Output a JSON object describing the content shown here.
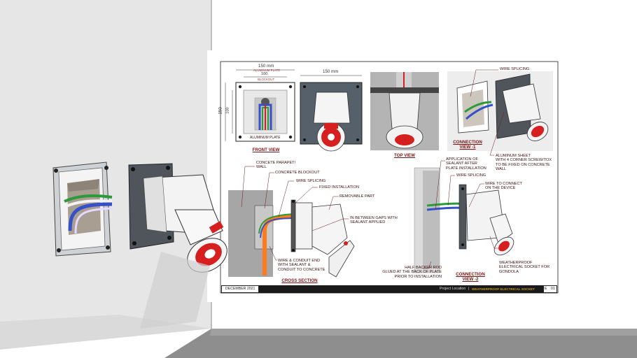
{
  "colors": {
    "wall": "#e2e2e2",
    "floor": "#8c8c8c",
    "board": "#ffffff",
    "plate": "#56606a",
    "socket_red": "#d62020",
    "label_text": "#3a0f0f",
    "title_text": "#7a1515",
    "titlebar": "#1a1a1a",
    "titlebar_accent": "#c8971e"
  },
  "views": {
    "front": "FRONT VIEW",
    "top": "TOP VIEW",
    "connection1": "CONNECTION\nVIEW -1",
    "cross_section": "CROSS SECTION",
    "connection2": "CONNECTION\nVIEW -2"
  },
  "dimensions": {
    "width_outer": "150 mm",
    "width_inner": "100",
    "height_outer": "150",
    "height_inner": "100",
    "plate_width": "150 mm",
    "aluminum_plate_small": "ALUMINUM PLATE",
    "blockout_small": "BLOCKOUT"
  },
  "labels": {
    "aluminum_plate": "ALUMINUM PLATE",
    "wire_splicing_c1": "WIRE SPLICING",
    "aluminum_sheet": "ALUMINUM SHEET\nWITH 4 CORNER SCREW/TOX\nTO BE FIXED ON CONCRETE\nWALL",
    "concrete_parapet": "CONCETE PARAPET/\nWALL",
    "concrete_blockout": "CONCRETE BLOCKOUT",
    "wire_splicing_cs": "WIRE SPLICING",
    "fixed_installation": "FIXED INSTALLATION",
    "removable_part": "REMOVABLE PART",
    "gaps_sealant": "IN BETWEEN GAPS WITH\nSEALANT APPLIED",
    "wire_conduit_end": "WIRE & CONDUIT END\nWITH SEALANT &\nCONDUIT TO CONCRETE",
    "sealant_after_plate": "APPLICATION OF\nSEALANT AFTER\nPLATE INSTALLATION",
    "wire_splicing_c2": "WIRE SPLICING",
    "wire_to_connect": "WIRE TO CONNECT\nON THE DEVICE",
    "half_backer_rod": "HALF BACKER ROD\nGLUED AT THE BACK OF PLATE\nPRIOR TO INSTALLATION",
    "weatherproof_socket": "WEATHERPROOF\nELECTRICAL SOCKET FOR\nGONDOLA"
  },
  "titleblock": {
    "date": "DECEMBER 2021",
    "project": "Project Location",
    "title": "WEATHERPROOF ELECTRICAL SOCKET",
    "sheet": "E",
    "number": "01"
  }
}
